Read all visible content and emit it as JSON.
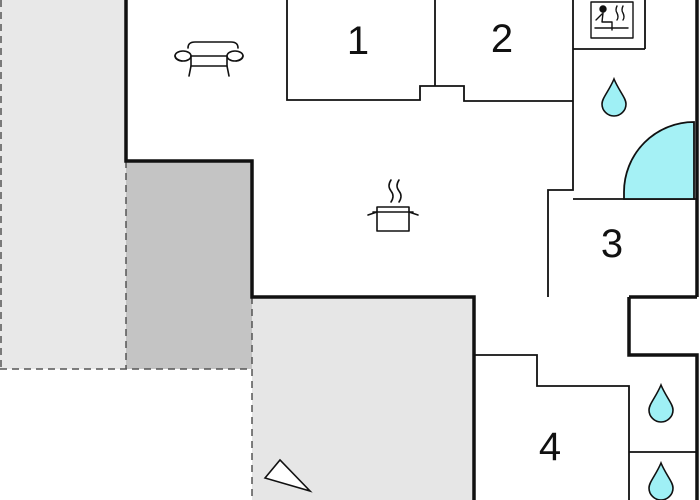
{
  "rooms": [
    {
      "id": "room-1",
      "label": "1"
    },
    {
      "id": "room-2",
      "label": "2"
    },
    {
      "id": "room-3",
      "label": "3"
    },
    {
      "id": "room-4",
      "label": "4"
    }
  ],
  "icons": {
    "living": "sofa-icon",
    "kitchen": "cooking-pot-icon",
    "sauna": "sauna-icon",
    "bathroom": "water-drop-icon",
    "shower": "shower-quarter-circle-icon",
    "north": "north-arrow-icon"
  },
  "colors": {
    "wall": "#111111",
    "terrace": "#e6e6e6",
    "covered_area": "#c3c3c3",
    "outdoor_area": "#ececec",
    "water": "#9ff0f5",
    "shower": "#a5f1f5",
    "dashed_line": "#555555"
  }
}
